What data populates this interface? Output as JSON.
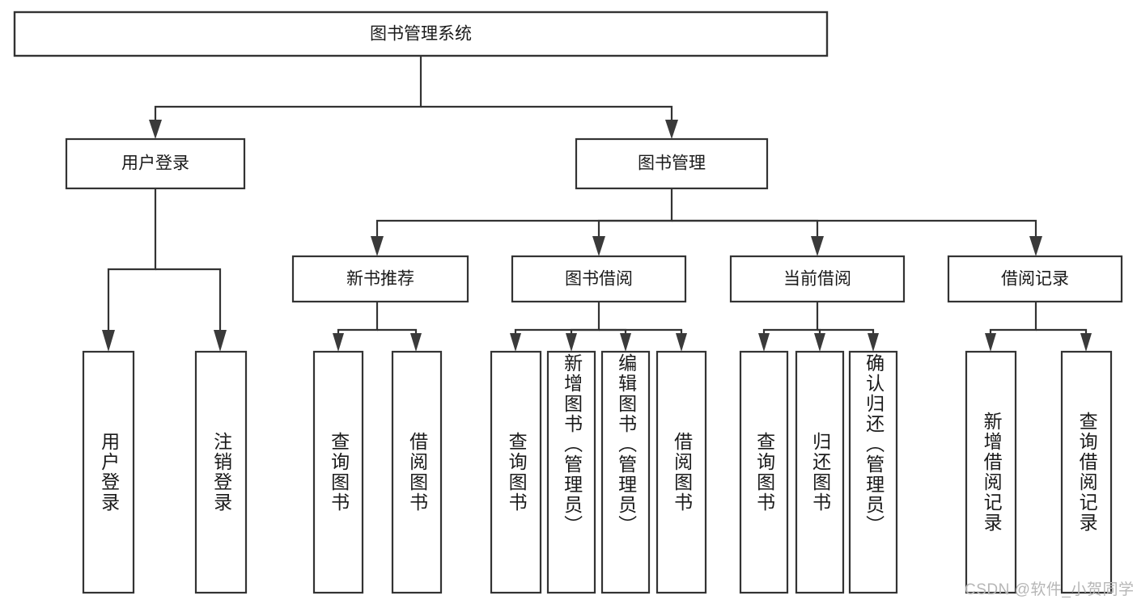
{
  "diagram": {
    "title": "图书管理系统",
    "type": "tree",
    "orientation": "top-down",
    "background_color": "#ffffff",
    "box_border_color": "#333333",
    "text_color": "#1a1a1a",
    "connector_color": "#333333"
  },
  "nodes": {
    "root": {
      "label": "图书管理系统"
    },
    "level2": [
      {
        "label": "用户登录"
      },
      {
        "label": "图书管理"
      }
    ],
    "level3": [
      {
        "label": "新书推荐"
      },
      {
        "label": "图书借阅"
      },
      {
        "label": "当前借阅"
      },
      {
        "label": "借阅记录"
      }
    ],
    "leaves": {
      "user_login": [
        {
          "label": "用户登录"
        },
        {
          "label": "注销登录"
        }
      ],
      "new_book_recommend": [
        {
          "label": "查询图书"
        },
        {
          "label": "借阅图书"
        }
      ],
      "book_borrow": [
        {
          "label": "查询图书"
        },
        {
          "label": "新增图书（管理员）"
        },
        {
          "label": "编辑图书（管理员）"
        },
        {
          "label": "借阅图书"
        }
      ],
      "current_borrow": [
        {
          "label": "查询图书"
        },
        {
          "label": "归还图书"
        },
        {
          "label": "确认归还（管理员）"
        }
      ],
      "borrow_record": [
        {
          "label": "新增借阅记录"
        },
        {
          "label": "查询借阅记录"
        }
      ]
    }
  },
  "watermark": {
    "text": "CSDN @软件_小贺同学"
  }
}
